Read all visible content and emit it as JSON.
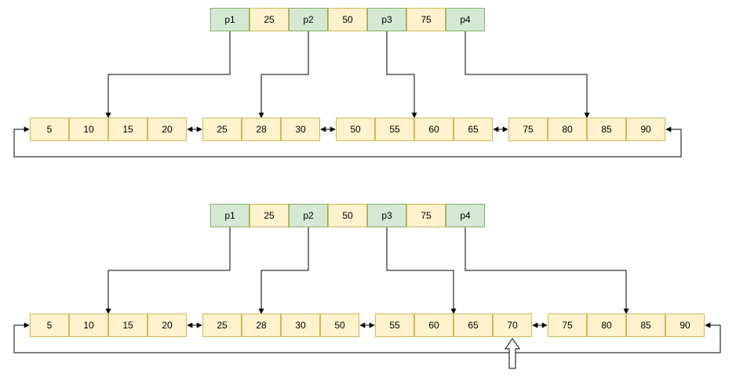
{
  "diagrams": [
    {
      "id": "before",
      "root": [
        "p1",
        "25",
        "p2",
        "50",
        "p3",
        "75",
        "p4"
      ],
      "leaves": [
        [
          "5",
          "10",
          "15",
          "20"
        ],
        [
          "25",
          "28",
          "30"
        ],
        [
          "50",
          "55",
          "60",
          "65"
        ],
        [
          "75",
          "80",
          "85",
          "90"
        ]
      ]
    },
    {
      "id": "after",
      "root": [
        "p1",
        "25",
        "p2",
        "50",
        "p3",
        "75",
        "p4"
      ],
      "leaves": [
        [
          "5",
          "10",
          "15",
          "20"
        ],
        [
          "25",
          "28",
          "30",
          "50"
        ],
        [
          "55",
          "60",
          "65",
          "70"
        ],
        [
          "75",
          "80",
          "85",
          "90"
        ]
      ],
      "inserted_value": "70"
    }
  ],
  "colors": {
    "pointer_fill": "#d5e8d4",
    "pointer_border": "#82b366",
    "key_fill": "#fff2cc",
    "key_border": "#d6b656",
    "line": "#000000"
  }
}
